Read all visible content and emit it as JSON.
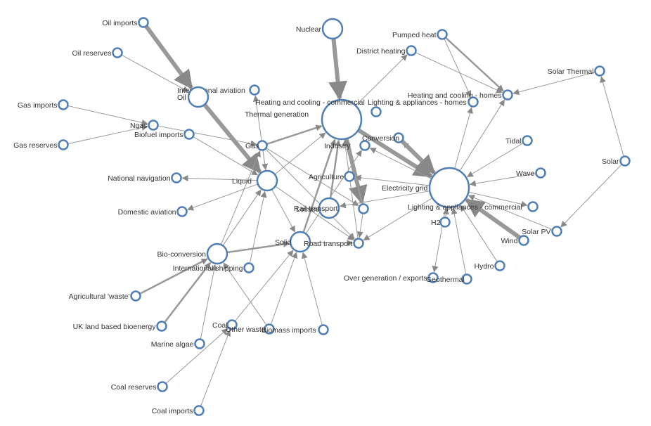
{
  "chart_data": {
    "type": "force-directed network",
    "nodes": [
      {
        "id": "oil_imports",
        "label": "Oil imports",
        "size": "small"
      },
      {
        "id": "oil_reserves",
        "label": "Oil reserves",
        "size": "small"
      },
      {
        "id": "gas_imports",
        "label": "Gas imports",
        "size": "small"
      },
      {
        "id": "gas_reserves",
        "label": "Gas reserves",
        "size": "small"
      },
      {
        "id": "nuclear",
        "label": "Nuclear",
        "size": "medium"
      },
      {
        "id": "pumped_heat",
        "label": "Pumped heat",
        "size": "small"
      },
      {
        "id": "district_heating",
        "label": "District heating",
        "size": "small"
      },
      {
        "id": "solar_thermal",
        "label": "Solar Thermal",
        "size": "small"
      },
      {
        "id": "heating_cooling_homes",
        "label": "Heating and cooling - homes",
        "size": "small"
      },
      {
        "id": "lighting_appliances_homes",
        "label": "Lighting & appliances - homes",
        "size": "small"
      },
      {
        "id": "thermal_generation",
        "label": "Thermal generation",
        "size": "large"
      },
      {
        "id": "heating_cooling_commercial",
        "label": "Heating and cooling - commercial",
        "size": "small"
      },
      {
        "id": "international_aviation",
        "label": "International aviation",
        "size": "small"
      },
      {
        "id": "oil",
        "label": "Oil",
        "size": "medium"
      },
      {
        "id": "ngas",
        "label": "Ngas",
        "size": "small"
      },
      {
        "id": "biofuel_imports",
        "label": "Biofuel imports",
        "size": "small"
      },
      {
        "id": "gas",
        "label": "Gas",
        "size": "small"
      },
      {
        "id": "liquid",
        "label": "Liquid",
        "size": "medium"
      },
      {
        "id": "national_navigation",
        "label": "National navigation",
        "size": "small"
      },
      {
        "id": "domestic_aviation",
        "label": "Domestic aviation",
        "size": "small"
      },
      {
        "id": "agriculture",
        "label": "Agriculture",
        "size": "small"
      },
      {
        "id": "losses",
        "label": "Losses",
        "size": "small"
      },
      {
        "id": "rail_transport",
        "label": "Rail transport",
        "size": "medium"
      },
      {
        "id": "electricity_grid",
        "label": "Electricity grid",
        "size": "large"
      },
      {
        "id": "over_generation",
        "label": "Over generation / exports",
        "size": "small"
      },
      {
        "id": "conversion",
        "label": "Conversion",
        "size": "small"
      },
      {
        "id": "industry",
        "label": "Industry",
        "size": "small"
      },
      {
        "id": "lighting_appliances_commercial",
        "label": "Lighting & appliances - commercial",
        "size": "small"
      },
      {
        "id": "tidal",
        "label": "Tidal",
        "size": "small"
      },
      {
        "id": "wave",
        "label": "Wave",
        "size": "small"
      },
      {
        "id": "solar",
        "label": "Solar",
        "size": "small"
      },
      {
        "id": "solar_pv",
        "label": "Solar PV",
        "size": "small"
      },
      {
        "id": "wind",
        "label": "Wind",
        "size": "small"
      },
      {
        "id": "h2",
        "label": "H2",
        "size": "small"
      },
      {
        "id": "hydro",
        "label": "Hydro",
        "size": "small"
      },
      {
        "id": "geothermal",
        "label": "Geothermal",
        "size": "small"
      },
      {
        "id": "bio_conversion",
        "label": "Bio-conversion",
        "size": "medium"
      },
      {
        "id": "solid",
        "label": "Solid",
        "size": "medium"
      },
      {
        "id": "road_transport",
        "label": "Road transport",
        "size": "small"
      },
      {
        "id": "international_shipping",
        "label": "International shipping",
        "size": "small"
      },
      {
        "id": "agricultural_waste",
        "label": "Agricultural 'waste'",
        "size": "small"
      },
      {
        "id": "uk_land_bioenergy",
        "label": "UK land based bioenergy",
        "size": "small"
      },
      {
        "id": "marine_algae",
        "label": "Marine algae",
        "size": "small"
      },
      {
        "id": "coal",
        "label": "Coal",
        "size": "small"
      },
      {
        "id": "other_waste",
        "label": "Other waste",
        "size": "small"
      },
      {
        "id": "biomass_imports",
        "label": "Biomass imports",
        "size": "small"
      },
      {
        "id": "coal_reserves",
        "label": "Coal reserves",
        "size": "small"
      },
      {
        "id": "coal_imports",
        "label": "Coal imports",
        "size": "small"
      }
    ],
    "links": [
      {
        "source": "oil_imports",
        "target": "oil",
        "weight": "heavy"
      },
      {
        "source": "oil_reserves",
        "target": "oil",
        "weight": "light"
      },
      {
        "source": "oil",
        "target": "liquid",
        "weight": "heavy"
      },
      {
        "source": "gas_imports",
        "target": "ngas",
        "weight": "light"
      },
      {
        "source": "gas_reserves",
        "target": "ngas",
        "weight": "light"
      },
      {
        "source": "ngas",
        "target": "gas",
        "weight": "light"
      },
      {
        "source": "biofuel_imports",
        "target": "liquid",
        "weight": "light"
      },
      {
        "source": "liquid",
        "target": "national_navigation",
        "weight": "light"
      },
      {
        "source": "liquid",
        "target": "domestic_aviation",
        "weight": "light"
      },
      {
        "source": "liquid",
        "target": "international_aviation",
        "weight": "light"
      },
      {
        "source": "liquid",
        "target": "thermal_generation",
        "weight": "light"
      },
      {
        "source": "liquid",
        "target": "road_transport",
        "weight": "light"
      },
      {
        "source": "liquid",
        "target": "solid",
        "weight": "light"
      },
      {
        "source": "nuclear",
        "target": "thermal_generation",
        "weight": "heavy"
      },
      {
        "source": "thermal_generation",
        "target": "electricity_grid",
        "weight": "heavy"
      },
      {
        "source": "thermal_generation",
        "target": "losses",
        "weight": "heavy"
      },
      {
        "source": "thermal_generation",
        "target": "district_heating",
        "weight": "light"
      },
      {
        "source": "gas",
        "target": "thermal_generation",
        "weight": "medium"
      },
      {
        "source": "gas",
        "target": "losses",
        "weight": "light"
      },
      {
        "source": "gas",
        "target": "road_transport",
        "weight": "light"
      },
      {
        "source": "gas",
        "target": "liquid",
        "weight": "light"
      },
      {
        "source": "pumped_heat",
        "target": "heating_cooling_homes",
        "weight": "medium"
      },
      {
        "source": "pumped_heat",
        "target": "lighting_appliances_homes",
        "weight": "light"
      },
      {
        "source": "solar_thermal",
        "target": "heating_cooling_homes",
        "weight": "light"
      },
      {
        "source": "district_heating",
        "target": "heating_cooling_homes",
        "weight": "light"
      },
      {
        "source": "electricity_grid",
        "target": "heating_cooling_homes",
        "weight": "light"
      },
      {
        "source": "electricity_grid",
        "target": "lighting_appliances_homes",
        "weight": "light"
      },
      {
        "source": "electricity_grid",
        "target": "industry",
        "weight": "light"
      },
      {
        "source": "electricity_grid",
        "target": "agriculture",
        "weight": "light"
      },
      {
        "source": "electricity_grid",
        "target": "rail_transport",
        "weight": "light"
      },
      {
        "source": "electricity_grid",
        "target": "road_transport",
        "weight": "light"
      },
      {
        "source": "electricity_grid",
        "target": "over_generation",
        "weight": "light"
      },
      {
        "source": "electricity_grid",
        "target": "lighting_appliances_commercial",
        "weight": "light"
      },
      {
        "source": "electricity_grid",
        "target": "conversion",
        "weight": "light"
      },
      {
        "source": "tidal",
        "target": "electricity_grid",
        "weight": "light"
      },
      {
        "source": "wave",
        "target": "electricity_grid",
        "weight": "light"
      },
      {
        "source": "solar",
        "target": "solar_thermal",
        "weight": "light"
      },
      {
        "source": "solar",
        "target": "solar_pv",
        "weight": "light"
      },
      {
        "source": "solar_pv",
        "target": "electricity_grid",
        "weight": "light"
      },
      {
        "source": "wind",
        "target": "electricity_grid",
        "weight": "heavy"
      },
      {
        "source": "hydro",
        "target": "electricity_grid",
        "weight": "light"
      },
      {
        "source": "geothermal",
        "target": "electricity_grid",
        "weight": "light"
      },
      {
        "source": "h2",
        "target": "electricity_grid",
        "weight": "light"
      },
      {
        "source": "conversion",
        "target": "electricity_grid",
        "weight": "heavy"
      },
      {
        "source": "bio_conversion",
        "target": "solid",
        "weight": "medium"
      },
      {
        "source": "bio_conversion",
        "target": "liquid",
        "weight": "light"
      },
      {
        "source": "bio_conversion",
        "target": "gas",
        "weight": "light"
      },
      {
        "source": "agricultural_waste",
        "target": "bio_conversion",
        "weight": "medium"
      },
      {
        "source": "uk_land_bioenergy",
        "target": "bio_conversion",
        "weight": "medium"
      },
      {
        "source": "marine_algae",
        "target": "bio_conversion",
        "weight": "light"
      },
      {
        "source": "other_waste",
        "target": "bio_conversion",
        "weight": "light"
      },
      {
        "source": "other_waste",
        "target": "solid",
        "weight": "light"
      },
      {
        "source": "biomass_imports",
        "target": "solid",
        "weight": "light"
      },
      {
        "source": "coal",
        "target": "solid",
        "weight": "light"
      },
      {
        "source": "coal_reserves",
        "target": "coal",
        "weight": "light"
      },
      {
        "source": "coal_imports",
        "target": "coal",
        "weight": "light"
      },
      {
        "source": "solid",
        "target": "thermal_generation",
        "weight": "medium"
      },
      {
        "source": "solid",
        "target": "industry",
        "weight": "light"
      },
      {
        "source": "solid",
        "target": "road_transport",
        "weight": "light"
      },
      {
        "source": "losses",
        "target": "thermal_generation",
        "weight": "medium"
      },
      {
        "source": "losses",
        "target": "road_transport",
        "weight": "light"
      },
      {
        "source": "rail_transport",
        "target": "thermal_generation",
        "weight": "medium"
      },
      {
        "source": "road_transport",
        "target": "thermal_generation",
        "weight": "light"
      },
      {
        "source": "international_shipping",
        "target": "liquid",
        "weight": "light"
      }
    ]
  }
}
